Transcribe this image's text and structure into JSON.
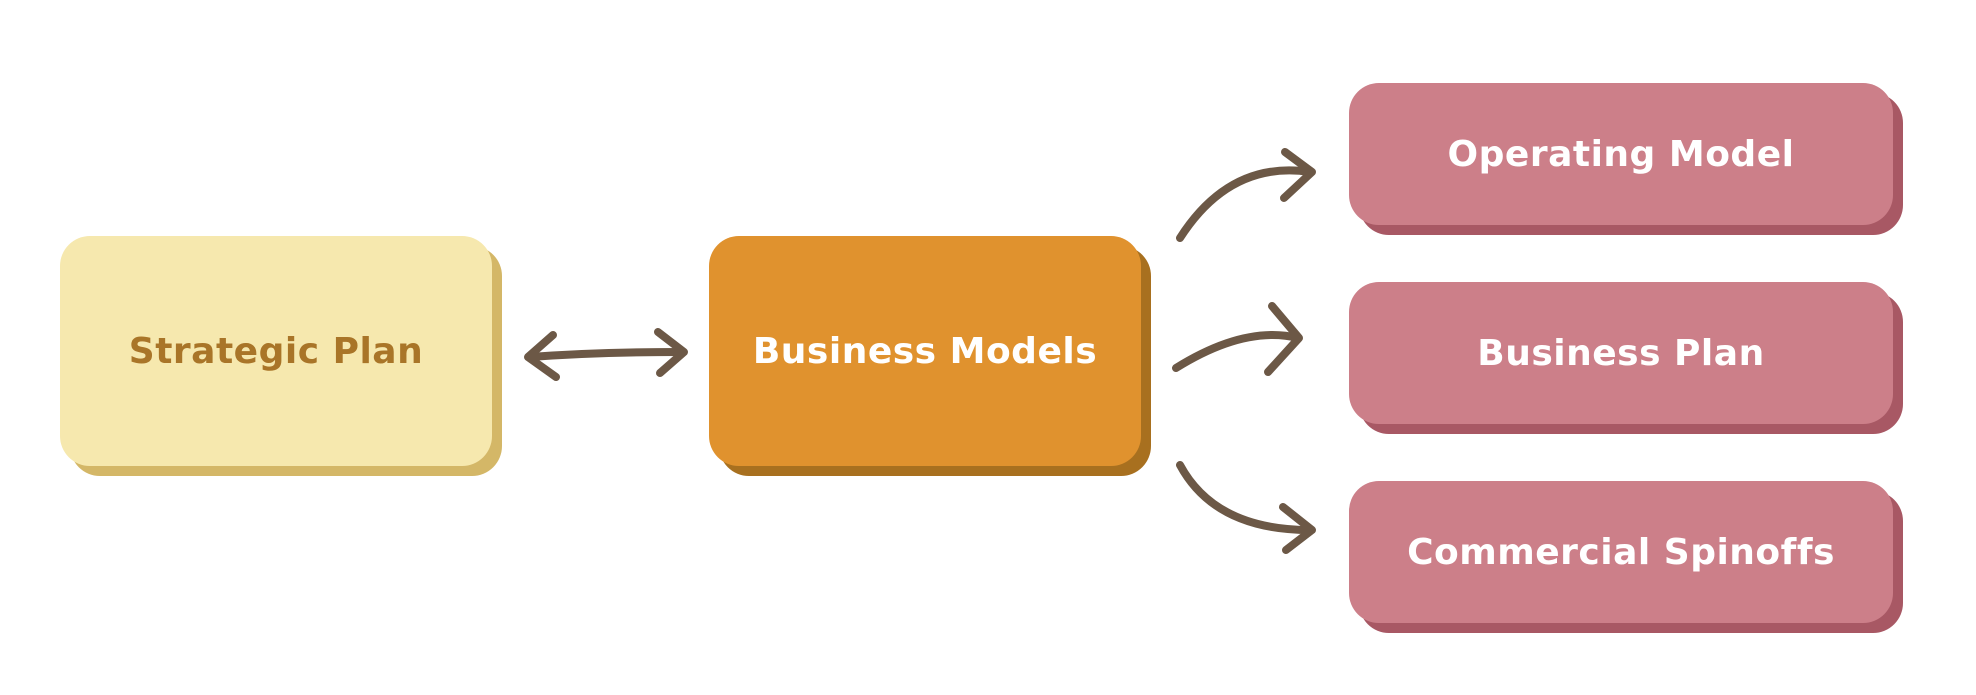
{
  "diagram": {
    "nodes": {
      "strategic_plan": "Strategic Plan",
      "business_models": "Business Models",
      "operating_model": "Operating Model",
      "business_plan": "Business Plan",
      "commercial_spinoffs": "Commercial Spinoffs"
    },
    "colors": {
      "strategic_fill": "#f6e8ae",
      "strategic_text": "#a97528",
      "business_models_fill": "#e0922e",
      "output_fill": "#cc7f89",
      "arrow": "#6c5846"
    }
  }
}
